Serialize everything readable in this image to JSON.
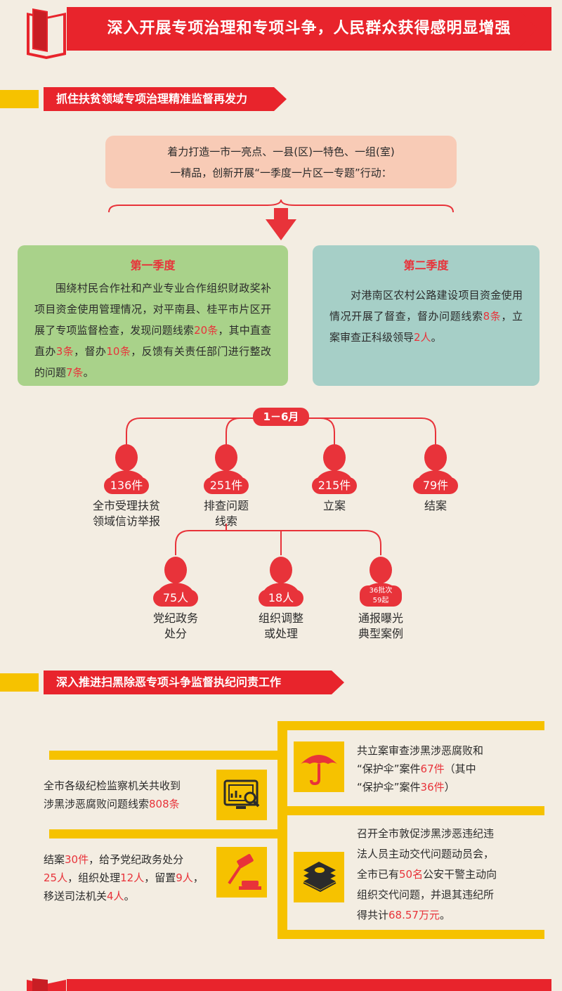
{
  "banner": {
    "title": "深入开展专项治理和专项斗争，人民群众获得感明显增强"
  },
  "section1": {
    "title": "抓住扶贫领域专项治理精准监督再发力"
  },
  "intro": {
    "line1": "着力打造一市一亮点、一县(区)一特色、一组(室)",
    "line2": "一精品，创新开展“一季度一片区一专题”行动："
  },
  "q1": {
    "title": "第一季度",
    "p1": "围绕村民合作社和产业专业合作组织财政奖补项目资金使用管理情况，对平南县、桂平市片区开展了专项监督检查，发现问题线索",
    "n1": "20条",
    "p2": "，其中直查直办",
    "n2": "3条",
    "p3": "，督办",
    "n3": "10条",
    "p4": "，反馈有关责任部门进行整改的问题",
    "n4": "7条",
    "p5": "。"
  },
  "q2": {
    "title": "第二季度",
    "p1": "对港南区农村公路建设项目资金使用情况开展了督查，督办问题线索",
    "n1": "8条",
    "p2": "，立案审查正科级领导",
    "n2": "2人",
    "p3": "。"
  },
  "period": {
    "label": "1－6月"
  },
  "persons_top": [
    {
      "value": "136件",
      "label1": "全市受理扶贫",
      "label2": "领域信访举报"
    },
    {
      "value": "251件",
      "label1": "排查问题",
      "label2": "线索"
    },
    {
      "value": "215件",
      "label1": "立案",
      "label2": ""
    },
    {
      "value": "79件",
      "label1": "结案",
      "label2": ""
    }
  ],
  "persons_bottom": [
    {
      "value": "75人",
      "label1": "党纪政务",
      "label2": "处分"
    },
    {
      "value": "18人",
      "label1": "组织调整",
      "label2": "或处理"
    },
    {
      "value1": "36批次",
      "value2": "59起",
      "label1": "通报曝光",
      "label2": "典型案例"
    }
  ],
  "section2": {
    "title": "深入推进扫黑除恶专项斗争监督执纪问责工作"
  },
  "block_a": {
    "p1": "全市各级纪检监察机关共收到",
    "p2": "涉黑涉恶腐败问题线索",
    "n1": "808条"
  },
  "block_b": {
    "p1": "共立案审查涉黑涉恶腐败和",
    "p2": "“保护伞”案件",
    "n1": "67件",
    "p3": "（其中",
    "p4": "“保护伞”案件",
    "n2": "36件",
    "p5": "）"
  },
  "block_c": {
    "p1": "结案",
    "n1": "30件",
    "p2": "，给予党纪政务处分",
    "n2": "25人",
    "p3": "，组织处理",
    "n3": "12人",
    "p4": "，留置",
    "n4": "9人",
    "p5": "，",
    "p6": "移送司法机关",
    "n5": "4人",
    "p7": "。"
  },
  "block_d": {
    "p1": "召开全市敦促涉黑涉恶违纪违",
    "p2": "法人员主动交代问题动员会，",
    "p3": "全市已有",
    "n1": "50名",
    "p4": "公安干警主动向",
    "p5": "组织交代问题，并退其违纪所",
    "p6": "得共计",
    "n2": "68.57万元",
    "p7": "。"
  },
  "colors": {
    "red": "#e8242c",
    "yellow": "#f6c200",
    "green": "#a9d28a",
    "teal": "#a6cfc7",
    "pink": "#f8cbb6"
  }
}
